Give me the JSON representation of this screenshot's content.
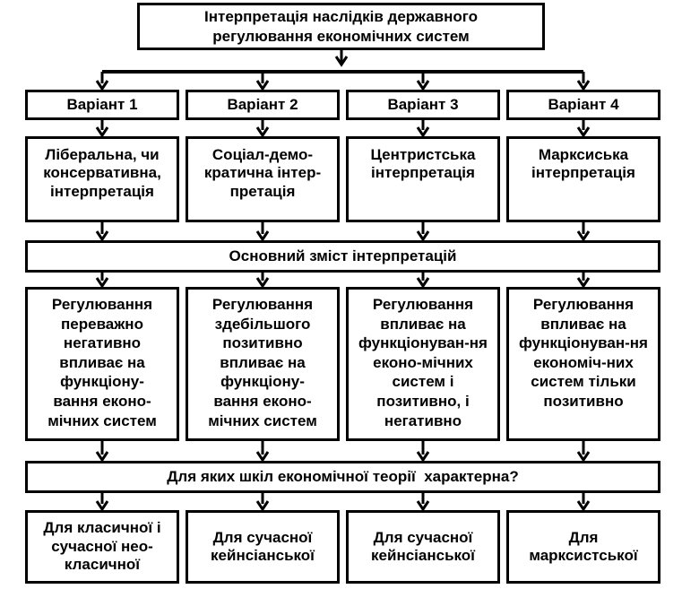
{
  "title": "Інтерпретація наслідків державного регулювання економічних систем",
  "variants": [
    "Варіант 1",
    "Варіант 2",
    "Варіант 3",
    "Варіант 4"
  ],
  "interpretations": [
    "Ліберальна, чи консервативна, інтерпретація",
    "Соціал-демо-кратична інтер-претація",
    "Центристська інтерпретація",
    "Марксиська інтерпретація"
  ],
  "main_content_label": "Основний зміст інтерпретацій",
  "contents": [
    "Регулювання переважно негативно впливає на функціону-вання еконо-мічних систем",
    "Регулювання здебільшого позитивно впливає на функціону-вання еконо-мічних систем",
    "Регулювання впливає на функціонуван-ня еконо-мічних систем і позитивно, і негативно",
    "Регулювання впливає на функціонуван-ня економіч-них систем тільки позитивно"
  ],
  "question": "Для яких шкіл економічної теорії  характерна?",
  "schools": [
    "Для класичної і сучасної нео-класичної",
    "Для сучасної кейнсіанської",
    "Для сучасної кейнсіанської",
    "Для марксистської"
  ],
  "colors": {
    "stroke": "#000000",
    "background": "#ffffff"
  }
}
